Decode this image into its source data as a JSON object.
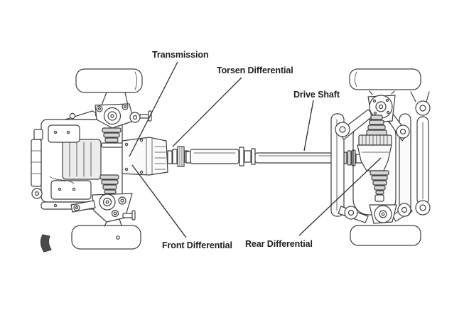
{
  "diagram": {
    "labels": {
      "transmission": "Transmission",
      "torsen_differential": "Torsen Differential",
      "drive_shaft": "Drive Shaft",
      "front_differential": "Front Differential",
      "rear_differential": "Rear Differential"
    },
    "colors": {
      "line": "#3f3f3f",
      "text": "#1f1f1f",
      "background": "#ffffff",
      "boot_fill": "#d6d6d6"
    }
  }
}
